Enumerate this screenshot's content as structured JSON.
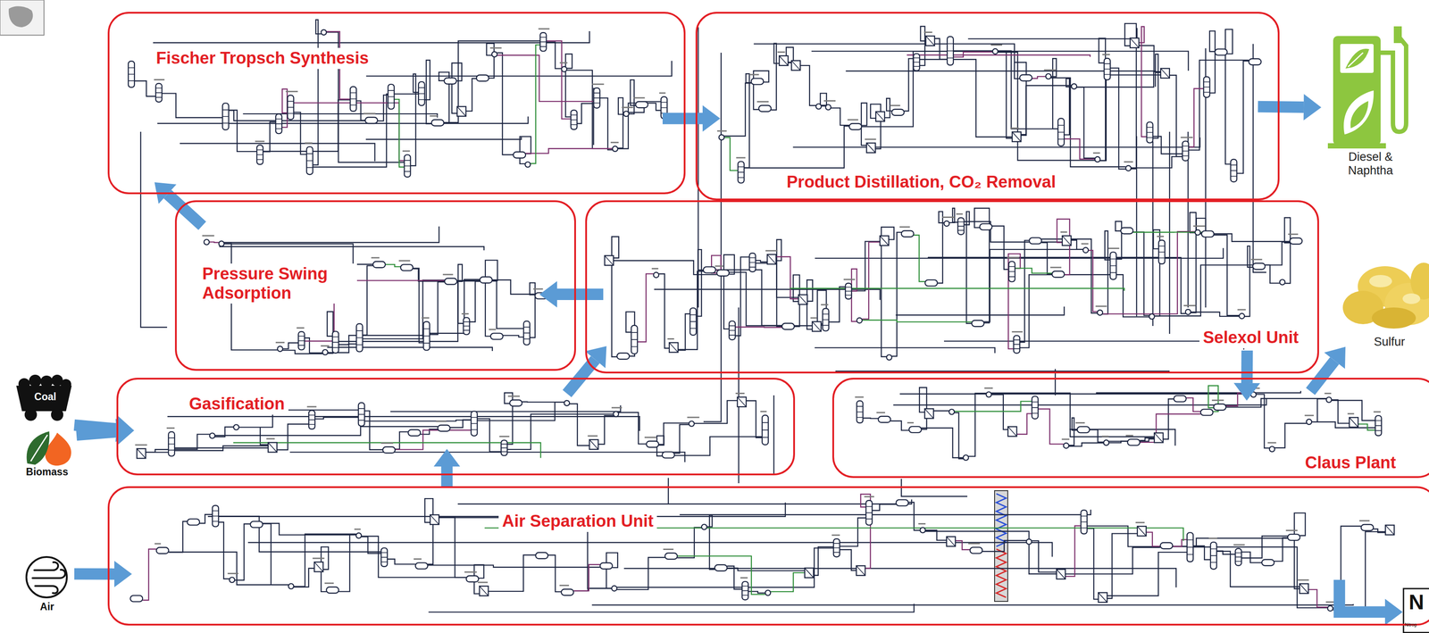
{
  "diagram": {
    "nodes": [
      {
        "text": [
          "Fischer Tropsch Synthesis"
        ]
      },
      {
        "text": [
          "Product Distillation, CO₂ Removal"
        ]
      },
      {
        "text": [
          "Diesel & Naphtha"
        ]
      },
      {
        "text": [
          "Pressure Swing Adsorption"
        ]
      },
      {
        "text": [
          "Selexol Unit"
        ]
      },
      {
        "text": [
          "Sulfur"
        ]
      },
      {
        "text": [
          "Coal"
        ]
      },
      {
        "text": [
          "Biomass"
        ]
      },
      {
        "text": [
          "Gasification"
        ]
      },
      {
        "text": [
          "Claus Plant"
        ]
      },
      {
        "text": [
          "Air"
        ]
      },
      {
        "text": [
          "Air Separation Unit"
        ]
      },
      {
        "text": [
          "N",
          "Nitrog"
        ]
      }
    ],
    "edges": [
      {
        "from": 6,
        "to": 8,
        "arrow": "to"
      },
      {
        "from": 7,
        "to": 8,
        "arrow": "to"
      },
      {
        "from": 10,
        "to": 11,
        "arrow": "to"
      },
      {
        "from": 11,
        "to": 8,
        "arrow": "to"
      },
      {
        "from": 8,
        "to": 4,
        "arrow": "to"
      },
      {
        "from": 4,
        "to": 3,
        "arrow": "to"
      },
      {
        "from": 3,
        "to": 0,
        "arrow": "to"
      },
      {
        "from": 0,
        "to": 1,
        "arrow": "to"
      },
      {
        "from": 1,
        "to": 2,
        "arrow": "to"
      },
      {
        "from": 4,
        "to": 9,
        "arrow": "to"
      },
      {
        "from": 9,
        "to": 5,
        "arrow": "to"
      },
      {
        "from": 11,
        "to": 12,
        "arrow": "to"
      }
    ]
  }
}
